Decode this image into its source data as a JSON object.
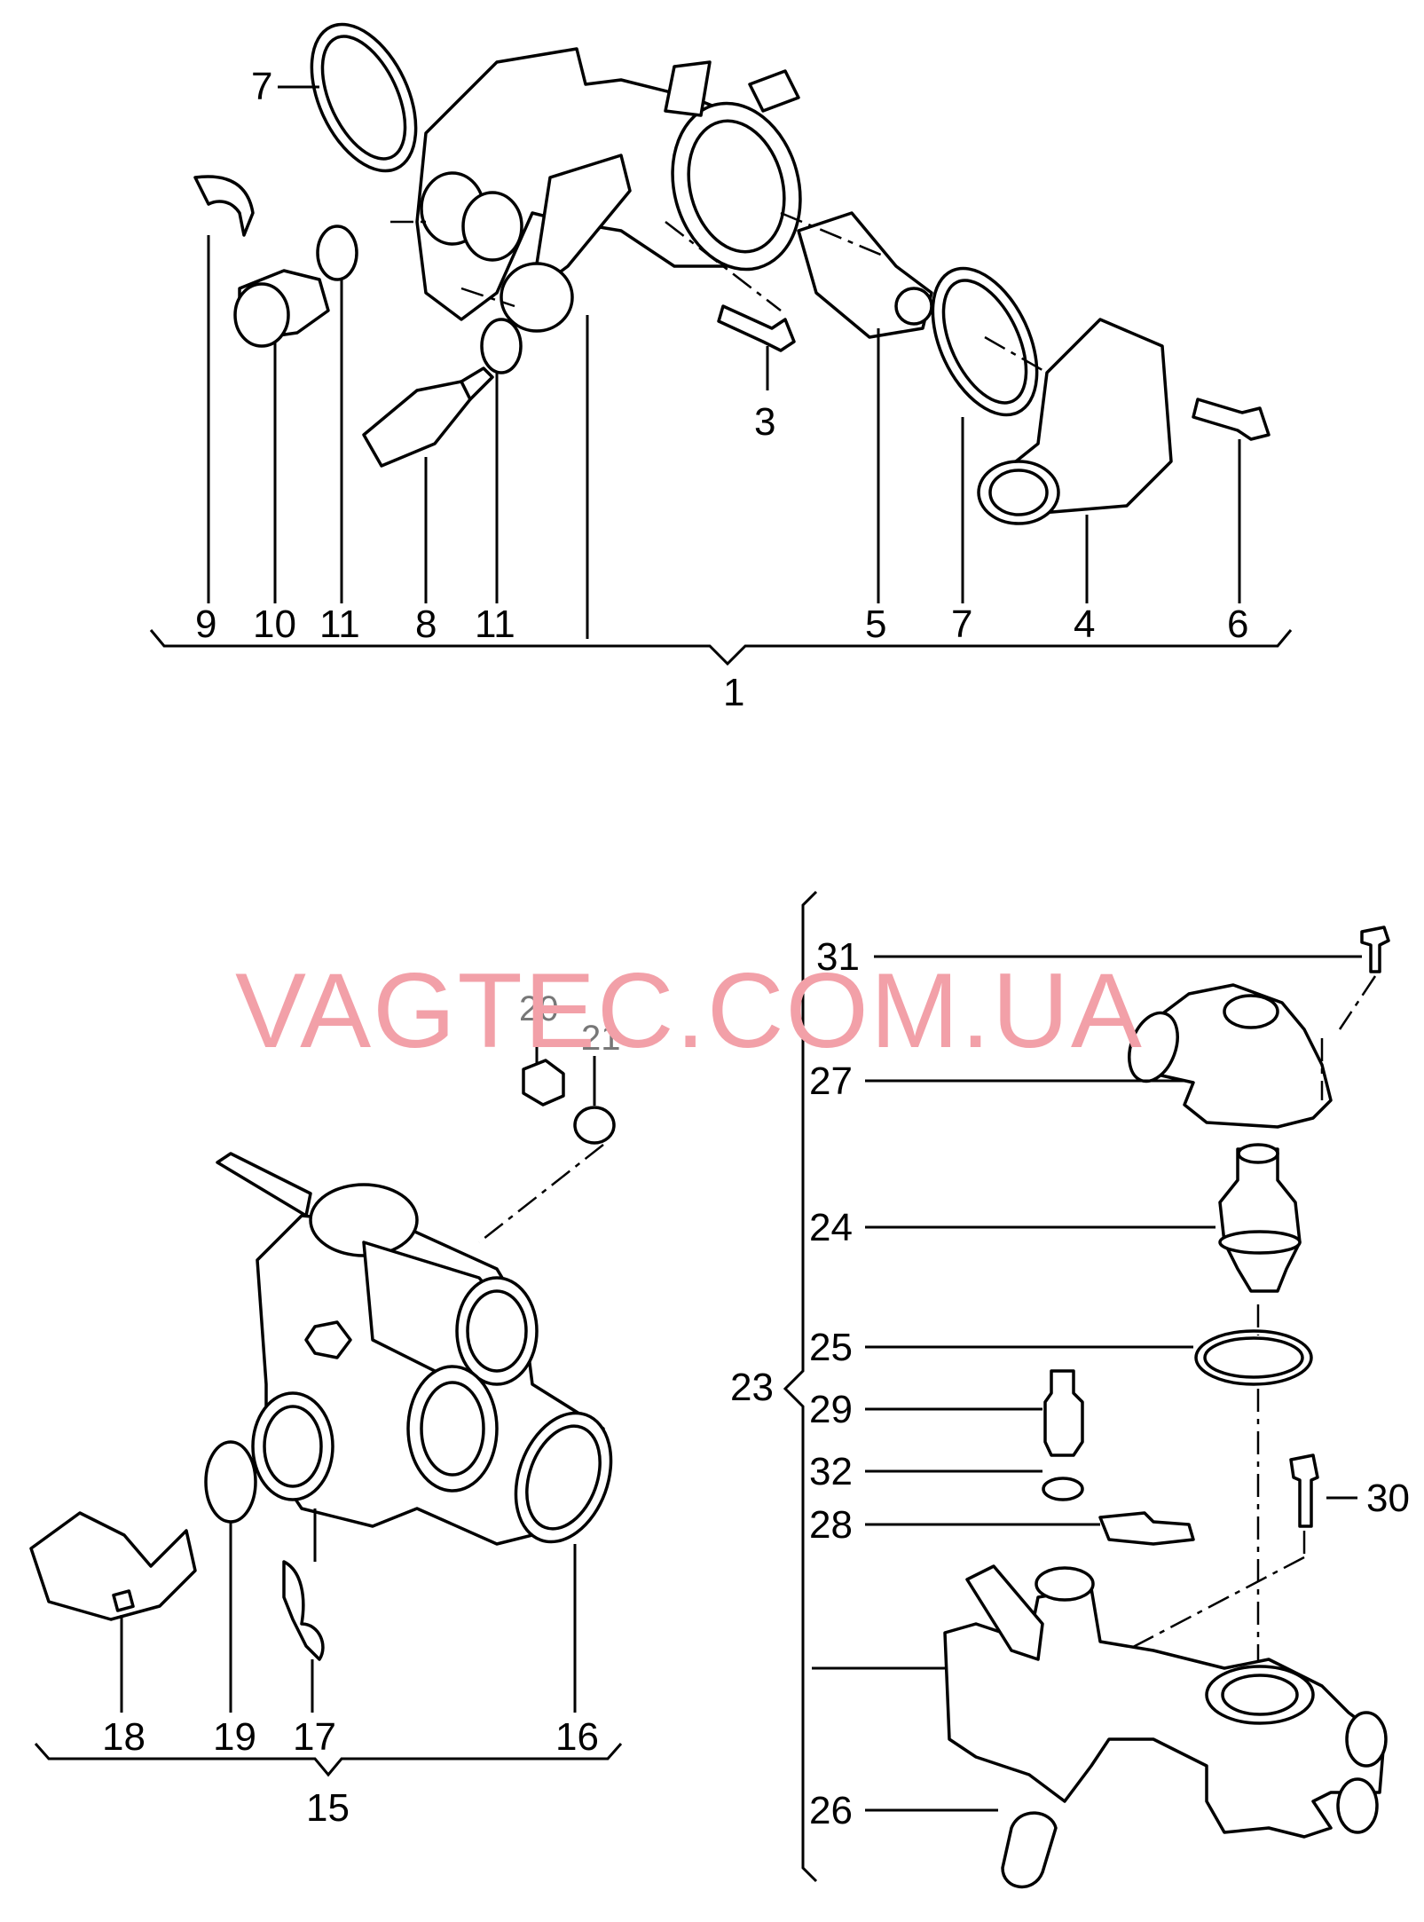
{
  "watermark": "VAGTEC.COM.UA",
  "group_top": {
    "assembly_label": "1",
    "labels": [
      "9",
      "10",
      "11",
      "8",
      "11",
      "5",
      "7",
      "4",
      "6"
    ],
    "callouts": {
      "ring_top": "7",
      "bolt": "3"
    }
  },
  "group_left": {
    "assembly_label": "15",
    "labels": [
      "18",
      "19",
      "17",
      "16"
    ],
    "callouts": {
      "nut": "20",
      "washer": "21"
    }
  },
  "group_right": {
    "assembly_label": "23",
    "labels": [
      "31",
      "27",
      "24",
      "25",
      "29",
      "32",
      "28",
      "26",
      "30"
    ]
  }
}
